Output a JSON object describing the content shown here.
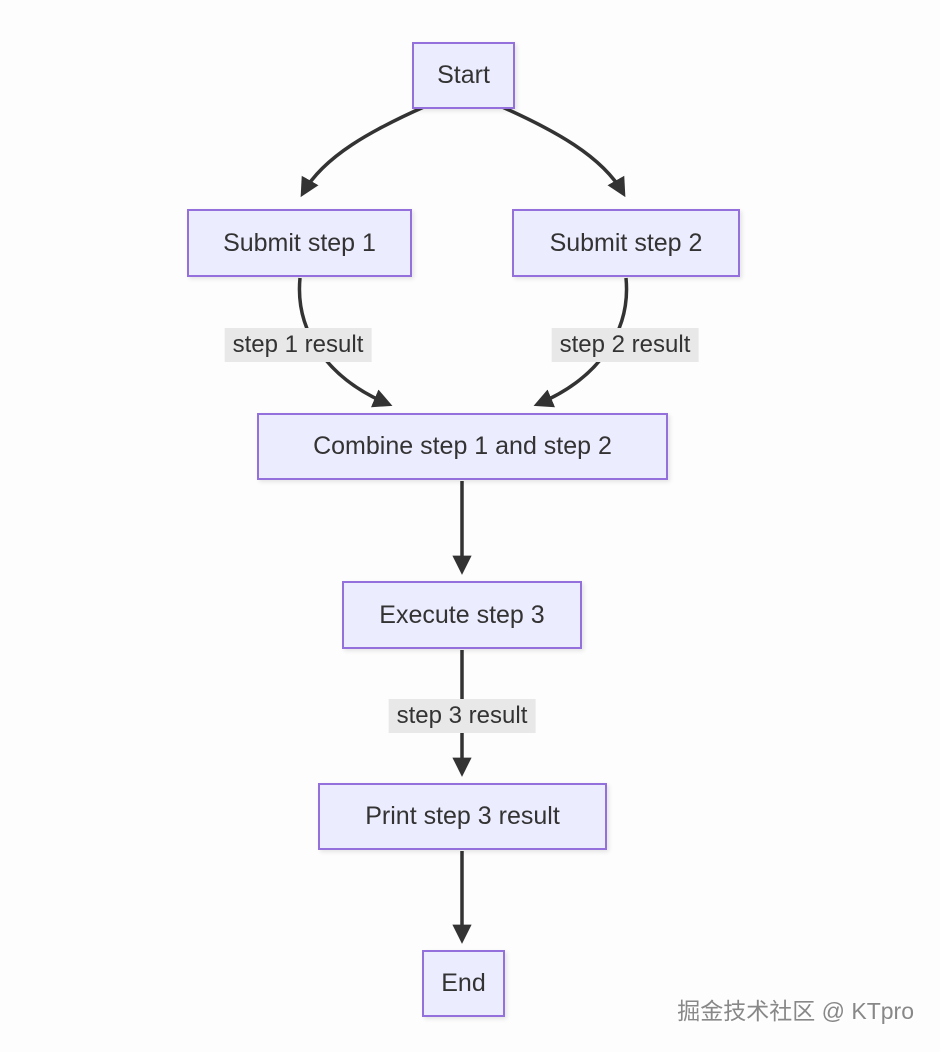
{
  "diagram": {
    "type": "flowchart",
    "direction": "top-down",
    "nodes": {
      "start": {
        "label": "Start"
      },
      "submit1": {
        "label": "Submit step 1"
      },
      "submit2": {
        "label": "Submit step 2"
      },
      "combine": {
        "label": "Combine step 1 and step 2"
      },
      "execute3": {
        "label": "Execute step 3"
      },
      "print3": {
        "label": "Print step 3 result"
      },
      "end": {
        "label": "End"
      }
    },
    "edges": [
      {
        "from": "start",
        "to": "submit1",
        "label": ""
      },
      {
        "from": "start",
        "to": "submit2",
        "label": ""
      },
      {
        "from": "submit1",
        "to": "combine",
        "label": "step 1 result"
      },
      {
        "from": "submit2",
        "to": "combine",
        "label": "step 2 result"
      },
      {
        "from": "combine",
        "to": "execute3",
        "label": ""
      },
      {
        "from": "execute3",
        "to": "print3",
        "label": "step 3 result"
      },
      {
        "from": "print3",
        "to": "end",
        "label": ""
      }
    ],
    "colors": {
      "node_fill": "#ECECFF",
      "node_border": "#9370DB",
      "node_text": "#333333",
      "edge_stroke": "#333333",
      "edge_label_bg": "#e8e8e8",
      "background": "#fdfdfd"
    },
    "watermark": "掘金技术社区 @ KTpro"
  }
}
